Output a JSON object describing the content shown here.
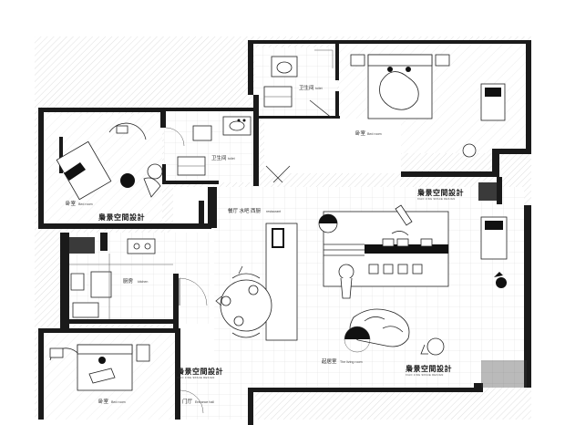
{
  "plan": {
    "rooms": {
      "toilet_top": {
        "cn": "卫生间",
        "en": "toilet"
      },
      "bedroom_top": {
        "cn": "卧室",
        "en": "Bed room"
      },
      "toilet_mid": {
        "cn": "卫生间",
        "en": "toilet"
      },
      "bedroom_left": {
        "cn": "卧室",
        "en": "Bed room"
      },
      "restaurant": {
        "cn": "餐厅 水吧 西厨",
        "en": "restaurant"
      },
      "kitchen": {
        "cn": "厨房",
        "en": "kitchen"
      },
      "living": {
        "cn": "起居室",
        "en": "The living room"
      },
      "bedroom_bot": {
        "cn": "卧室",
        "en": "Bed room"
      },
      "entrance": {
        "cn": "门厅",
        "en": "Entrance hall"
      }
    },
    "watermark": {
      "brand": "梟景空間設計",
      "sub": "XIAO JING SPACE DESIGN"
    }
  }
}
